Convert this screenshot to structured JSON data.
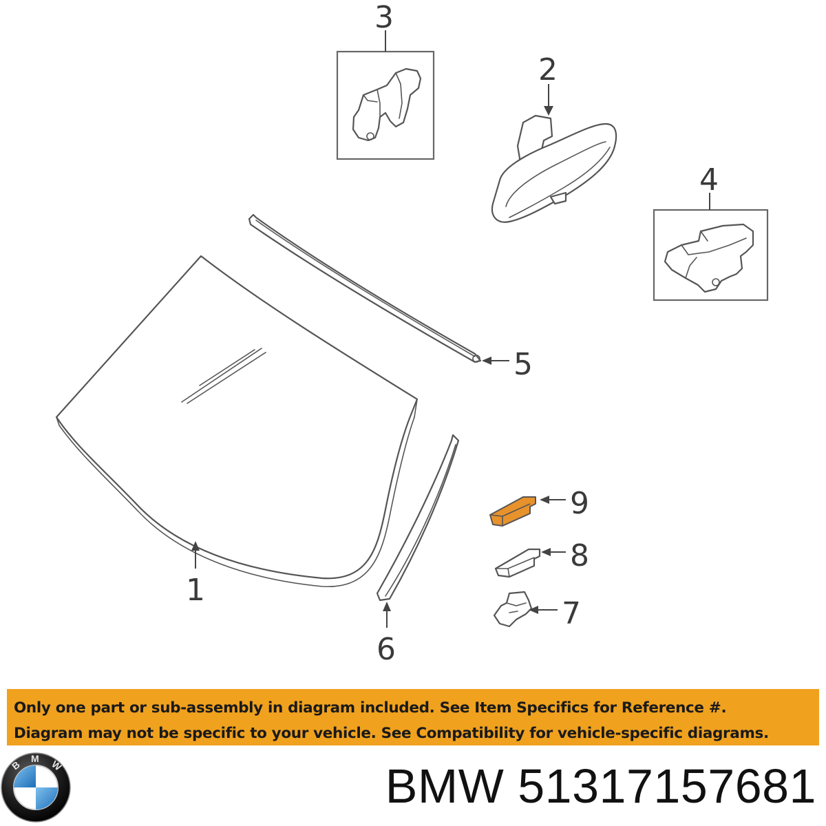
{
  "diagram": {
    "callouts": [
      {
        "id": "1",
        "label": "1"
      },
      {
        "id": "2",
        "label": "2"
      },
      {
        "id": "3",
        "label": "3"
      },
      {
        "id": "4",
        "label": "4"
      },
      {
        "id": "5",
        "label": "5"
      },
      {
        "id": "6",
        "label": "6"
      },
      {
        "id": "7",
        "label": "7"
      },
      {
        "id": "8",
        "label": "8"
      },
      {
        "id": "9",
        "label": "9"
      }
    ],
    "highlight_color": "#e8922c",
    "highlighted_part": "9"
  },
  "notice": {
    "line1": "Only one part or sub-assembly in diagram included. See Item Specifics for Reference #.",
    "line2": "Diagram may not be specific to your vehicle. See Compatibility for vehicle-specific diagrams.",
    "background_color": "#f0a11e"
  },
  "footer": {
    "brand_logo_text": "BMW",
    "part_number": "BMW 51317157681"
  }
}
